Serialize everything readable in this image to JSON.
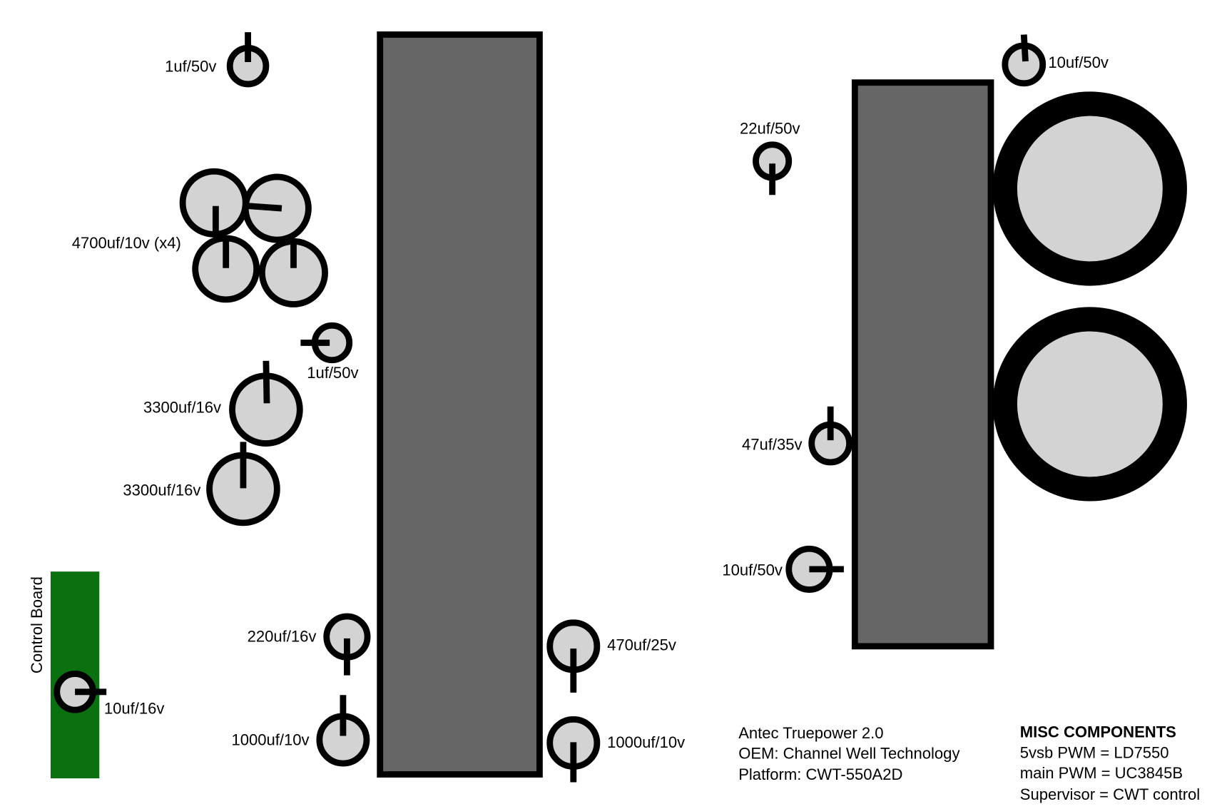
{
  "title_block": {
    "lines": [
      "Antec Truepower 2.0",
      "OEM: Channel Well Technology",
      "Platform: CWT-550A2D"
    ]
  },
  "misc": {
    "heading": "MISC COMPONENTS",
    "lines": [
      "5vsb PWM = LD7550",
      "main PWM = UC3845B",
      "Supervisor = CWT control"
    ]
  },
  "control_board": {
    "label": "Control Board",
    "color": "#0a7010"
  },
  "capacitors": [
    {
      "label": "1uf/50v"
    },
    {
      "label": "4700uf/10v (x4)"
    },
    {
      "label": "1uf/50v"
    },
    {
      "label": "3300uf/16v"
    },
    {
      "label": "3300uf/16v"
    },
    {
      "label": "220uf/16v"
    },
    {
      "label": "1000uf/10v"
    },
    {
      "label": "470uf/25v"
    },
    {
      "label": "1000uf/10v"
    },
    {
      "label": "10uf/16v"
    },
    {
      "label": "22uf/50v"
    },
    {
      "label": "10uf/50v"
    },
    {
      "label": "47uf/35v"
    },
    {
      "label": "10uf/50v"
    }
  ],
  "colors": {
    "heatsink": "#666666",
    "capacitor": "#d3d3d3"
  }
}
